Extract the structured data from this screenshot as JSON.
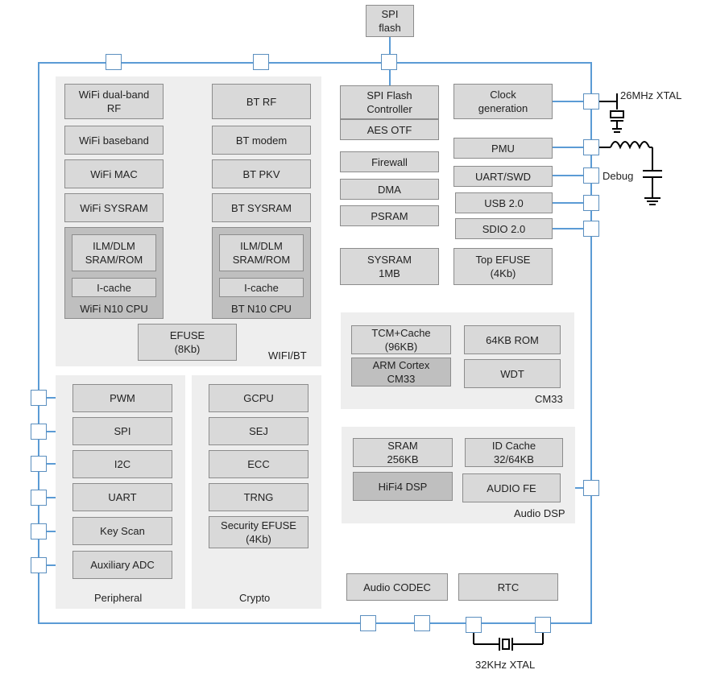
{
  "colors": {
    "line": "#5b9bd5",
    "panel": "#eeeeee",
    "block": "#d9d9d9",
    "block_dark": "#bfbfbf",
    "border": "#8c8c8c"
  },
  "external": {
    "spi_flash": "SPI\nflash",
    "xtal_26": "26MHz XTAL",
    "debug": "Debug",
    "xtal_32": "32KHz XTAL"
  },
  "wifi_bt": {
    "section_label": "WIFI/BT",
    "wifi_rf": "WiFi dual-band\nRF",
    "wifi_baseband": "WiFi baseband",
    "wifi_mac": "WiFi MAC",
    "wifi_sysram": "WiFi SYSRAM",
    "wifi_cpu": {
      "ilm": "ILM/DLM\nSRAM/ROM",
      "icache": "I-cache",
      "title": "WiFi N10 CPU"
    },
    "bt_rf": "BT RF",
    "bt_modem": "BT modem",
    "bt_pkv": "BT PKV",
    "bt_sysram": "BT SYSRAM",
    "bt_cpu": {
      "ilm": "ILM/DLM\nSRAM/ROM",
      "icache": "I-cache",
      "title": "BT N10 CPU"
    },
    "efuse": "EFUSE\n(8Kb)"
  },
  "center": {
    "spi_flash_controller": "SPI Flash\nController",
    "aes_otf": "AES OTF",
    "firewall": "Firewall",
    "dma": "DMA",
    "psram": "PSRAM",
    "sysram": "SYSRAM\n1MB"
  },
  "right": {
    "clock_generation": "Clock\ngeneration",
    "pmu": "PMU",
    "uart_swd": "UART/SWD",
    "usb": "USB 2.0",
    "sdio": "SDIO 2.0",
    "top_efuse": "Top EFUSE\n(4Kb)"
  },
  "cm33": {
    "section_label": "CM33",
    "tcm_cache": "TCM+Cache\n(96KB)",
    "rom": "64KB ROM",
    "arm_cortex": "ARM Cortex\nCM33",
    "wdt": "WDT"
  },
  "audio_dsp": {
    "section_label": "Audio DSP",
    "sram": "SRAM\n256KB",
    "id_cache": "ID Cache\n32/64KB",
    "hifi4": "HiFi4 DSP",
    "audio_fe": "AUDIO FE"
  },
  "peripheral": {
    "section_label": "Peripheral",
    "items": [
      "PWM",
      "SPI",
      "I2C",
      "UART",
      "Key Scan",
      "Auxiliary ADC"
    ]
  },
  "crypto": {
    "section_label": "Crypto",
    "items": [
      "GCPU",
      "SEJ",
      "ECC",
      "TRNG",
      "Security EFUSE\n(4Kb)"
    ]
  },
  "bottom": {
    "audio_codec": "Audio CODEC",
    "rtc": "RTC"
  }
}
